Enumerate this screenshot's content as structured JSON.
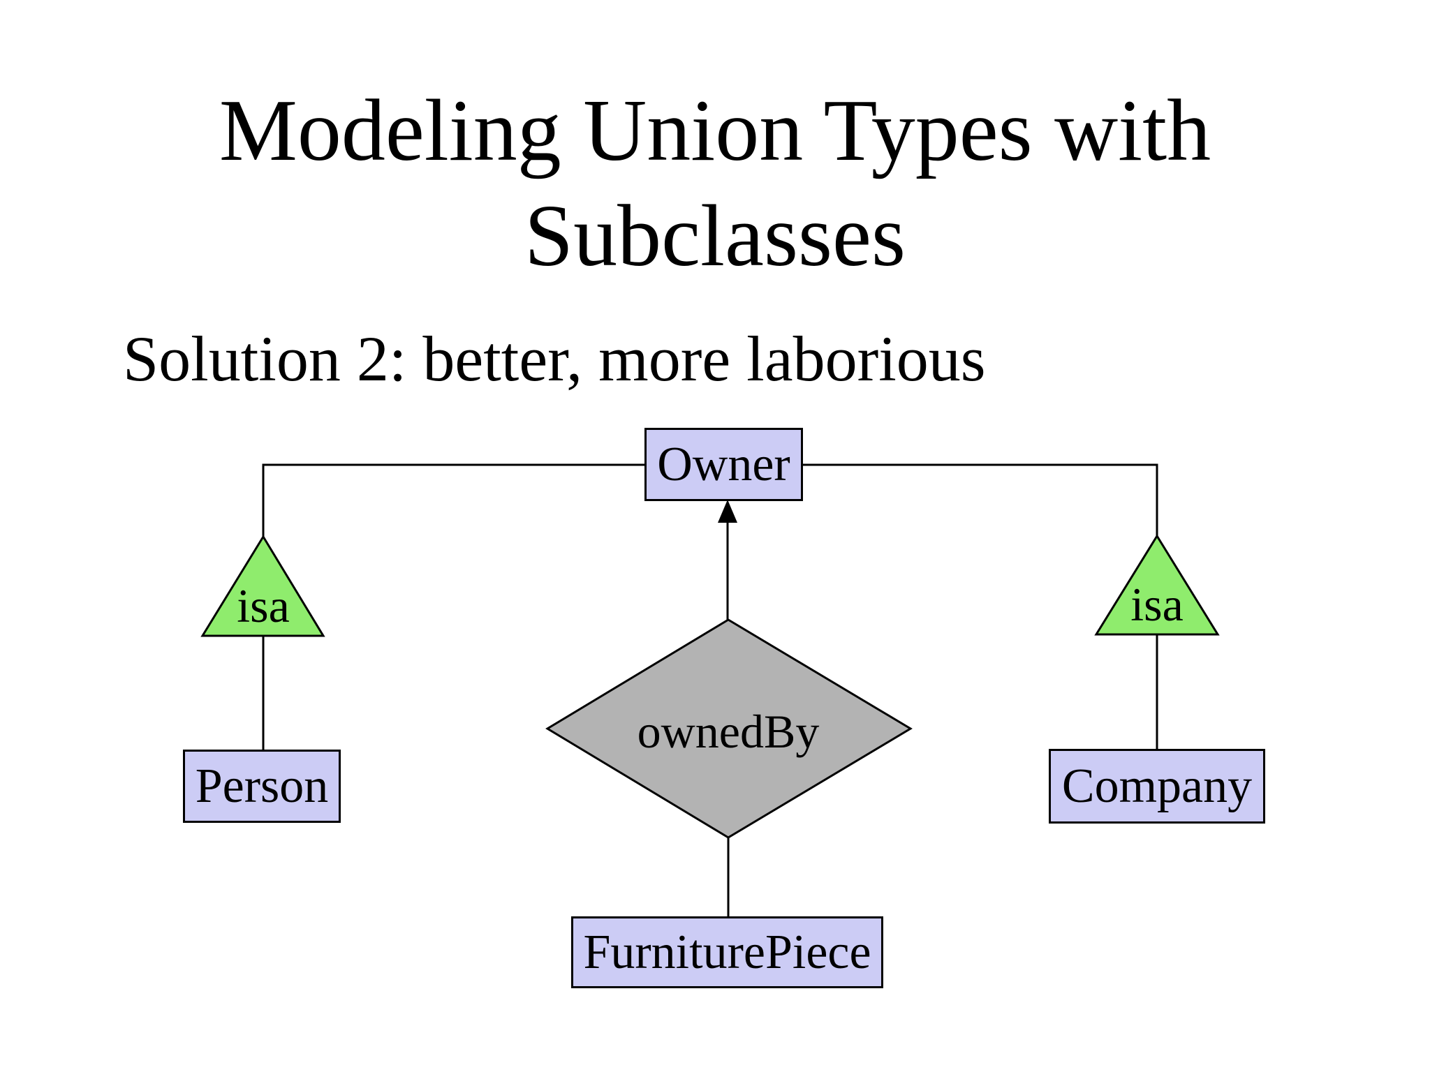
{
  "slide": {
    "title_line1": "Modeling Union Types with",
    "title_line2": "Subclasses",
    "subtitle": "Solution 2: better, more laborious"
  },
  "diagram": {
    "entities": {
      "owner": "Owner",
      "person": "Person",
      "company": "Company",
      "furniture_piece": "FurniturePiece"
    },
    "relationship": "ownedBy",
    "isa_left": "isa",
    "isa_right": "isa"
  },
  "colors": {
    "background": "#ffffff",
    "text": "#000000",
    "line": "#000000",
    "entity_fill": "#ccccf5",
    "entity_border": "#000000",
    "isa_fill": "#8fec6d",
    "relationship_fill": "#b3b3b3"
  }
}
